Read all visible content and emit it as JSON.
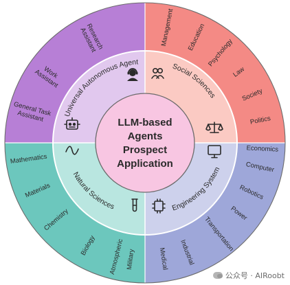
{
  "center": {
    "lines": [
      "LLM-based",
      "Agents",
      "Prospect",
      "Application"
    ]
  },
  "categories": [
    {
      "id": "universal",
      "label": "Universal Autonomous Agent",
      "items": [
        "Research Assistant",
        "Work Assistant",
        "General Task Assistant"
      ]
    },
    {
      "id": "social",
      "label": "Social Sciences",
      "items": [
        "Management",
        "Education",
        "Psychology",
        "Law",
        "Society",
        "Politics",
        "Economics"
      ]
    },
    {
      "id": "engineering",
      "label": "Engineering System",
      "items": [
        "Computer",
        "Robotics",
        "Power",
        "Transportation",
        "Industrial",
        "Medical",
        "Military"
      ]
    },
    {
      "id": "natural",
      "label": "Natural Sciences",
      "items": [
        "Mathematics",
        "Materials",
        "Chemistry",
        "Biology",
        "Atmospheric"
      ]
    }
  ],
  "icons": {
    "universal_top": "headset-agent-icon",
    "universal_bottom": "robot-icon",
    "social_top": "people-icon",
    "social_bottom": "scales-icon",
    "engineering_top": "monitor-icon",
    "engineering_bottom": "chip-icon",
    "natural_top": "wave-icon",
    "natural_bottom": "test-tube-icon"
  },
  "colors": {
    "universal_outer": "#b77fd6",
    "social_outer": "#f48a85",
    "engineering_outer": "#9ea7d9",
    "natural_outer": "#6cc7bd",
    "universal_inner": "#e1c8ee",
    "social_inner": "#fbcac3",
    "engineering_inner": "#cdd1ec",
    "natural_inner": "#b9e6e0",
    "center": "#f8c6e2",
    "outline": "#6b6b6b",
    "text": "#2a2a2a"
  },
  "watermark": "公众号 · AIRoobt"
}
